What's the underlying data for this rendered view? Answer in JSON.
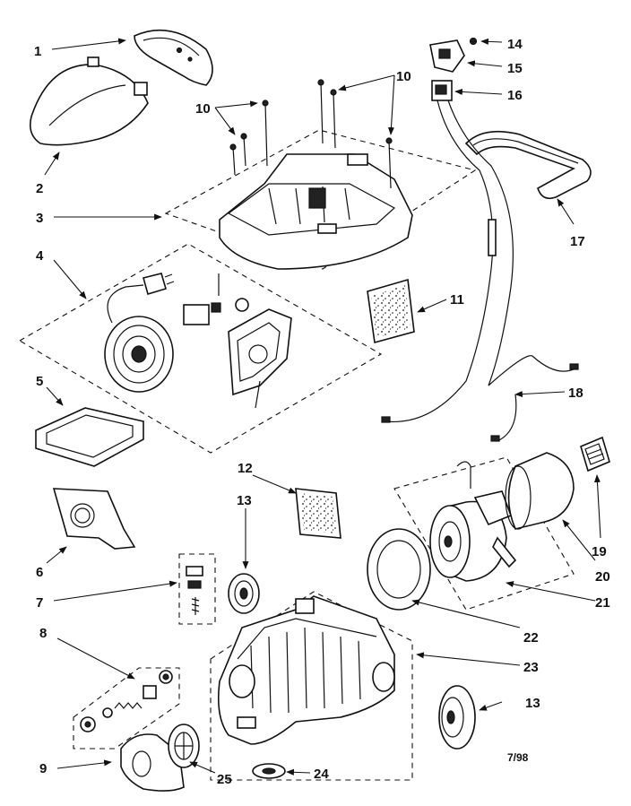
{
  "diagram": {
    "date_code": "7/98",
    "callouts": [
      {
        "id": "c1",
        "text": "1"
      },
      {
        "id": "c2",
        "text": "2"
      },
      {
        "id": "c3",
        "text": "3"
      },
      {
        "id": "c4",
        "text": "4"
      },
      {
        "id": "c5",
        "text": "5"
      },
      {
        "id": "c6",
        "text": "6"
      },
      {
        "id": "c7",
        "text": "7"
      },
      {
        "id": "c8",
        "text": "8"
      },
      {
        "id": "c9",
        "text": "9"
      },
      {
        "id": "c10a",
        "text": "10"
      },
      {
        "id": "c10b",
        "text": "10"
      },
      {
        "id": "c11",
        "text": "11"
      },
      {
        "id": "c12",
        "text": "12"
      },
      {
        "id": "c13a",
        "text": "13"
      },
      {
        "id": "c13b",
        "text": "13"
      },
      {
        "id": "c14",
        "text": "14"
      },
      {
        "id": "c15",
        "text": "15"
      },
      {
        "id": "c16",
        "text": "16"
      },
      {
        "id": "c17",
        "text": "17"
      },
      {
        "id": "c18",
        "text": "18"
      },
      {
        "id": "c19",
        "text": "19"
      },
      {
        "id": "c20",
        "text": "20"
      },
      {
        "id": "c21",
        "text": "21"
      },
      {
        "id": "c22",
        "text": "22"
      },
      {
        "id": "c23",
        "text": "23"
      },
      {
        "id": "c24",
        "text": "24"
      },
      {
        "id": "c25",
        "text": "25"
      }
    ]
  }
}
